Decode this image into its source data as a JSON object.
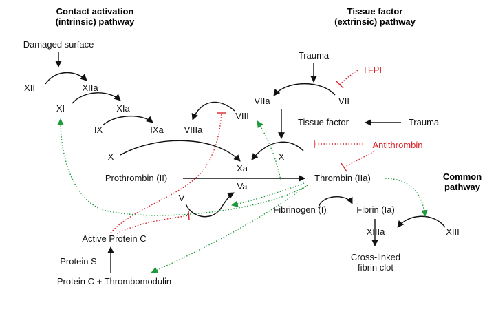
{
  "headers": {
    "contact_line1": "Contact activation",
    "contact_line2": "(intrinsic) pathway",
    "tissue_line1": "Tissue factor",
    "tissue_line2": "(extrinsic) pathway",
    "common_line1": "Common",
    "common_line2": "pathway"
  },
  "nodes": {
    "damaged_surface": "Damaged surface",
    "xii": "XII",
    "xiia": "XIIa",
    "xi": "XI",
    "xia": "XIa",
    "ix": "IX",
    "ixa": "IXa",
    "viiia": "VIIIa",
    "viii": "VIII",
    "x_left": "X",
    "xa": "Xa",
    "prothrombin": "Prothrombin (II)",
    "va": "Va",
    "v": "V",
    "active_protein_c": "Active Protein C",
    "protein_s": "Protein S",
    "protein_c_thrombomodulin": "Protein C + Thrombomodulin",
    "trauma_top": "Trauma",
    "tfpi": "TFPI",
    "viia": "VIIa",
    "vii": "VII",
    "tissue_factor": "Tissue factor",
    "trauma_right": "Trauma",
    "x_right": "X",
    "antithrombin": "Antithrombin",
    "thrombin": "Thrombin (IIa)",
    "fibrinogen": "Fibrinogen (I)",
    "fibrin": "Fibrin (Ia)",
    "xiiia": "XIIIa",
    "xiii": "XIII",
    "clot_line1": "Cross-linked",
    "clot_line2": "fibrin clot"
  },
  "colors": {
    "activation": "#111111",
    "inhibition": "#d7262b",
    "feedback": "#1e9a3c"
  }
}
